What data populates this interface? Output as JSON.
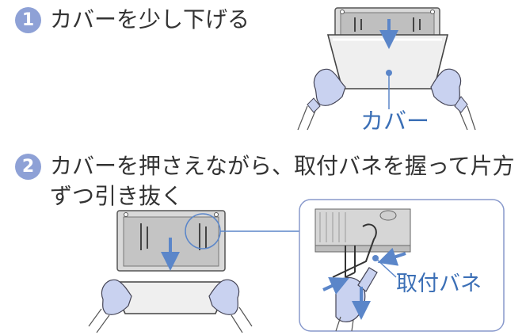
{
  "steps": [
    {
      "number": "1",
      "text": "カバーを少し下げる"
    },
    {
      "number": "2",
      "text_line1": "カバーを押さえながら、取付バネを握って片方",
      "text_line2": "ずつ引き抜く"
    }
  ],
  "callouts": {
    "cover": "カバー",
    "spring": "取付バネ"
  },
  "colors": {
    "badge": "#8ea1d6",
    "callout": "#3b6fb6",
    "arrow": "#5b86c9",
    "glove": "#c9d2f0",
    "panel_frame": "#8899cc"
  }
}
